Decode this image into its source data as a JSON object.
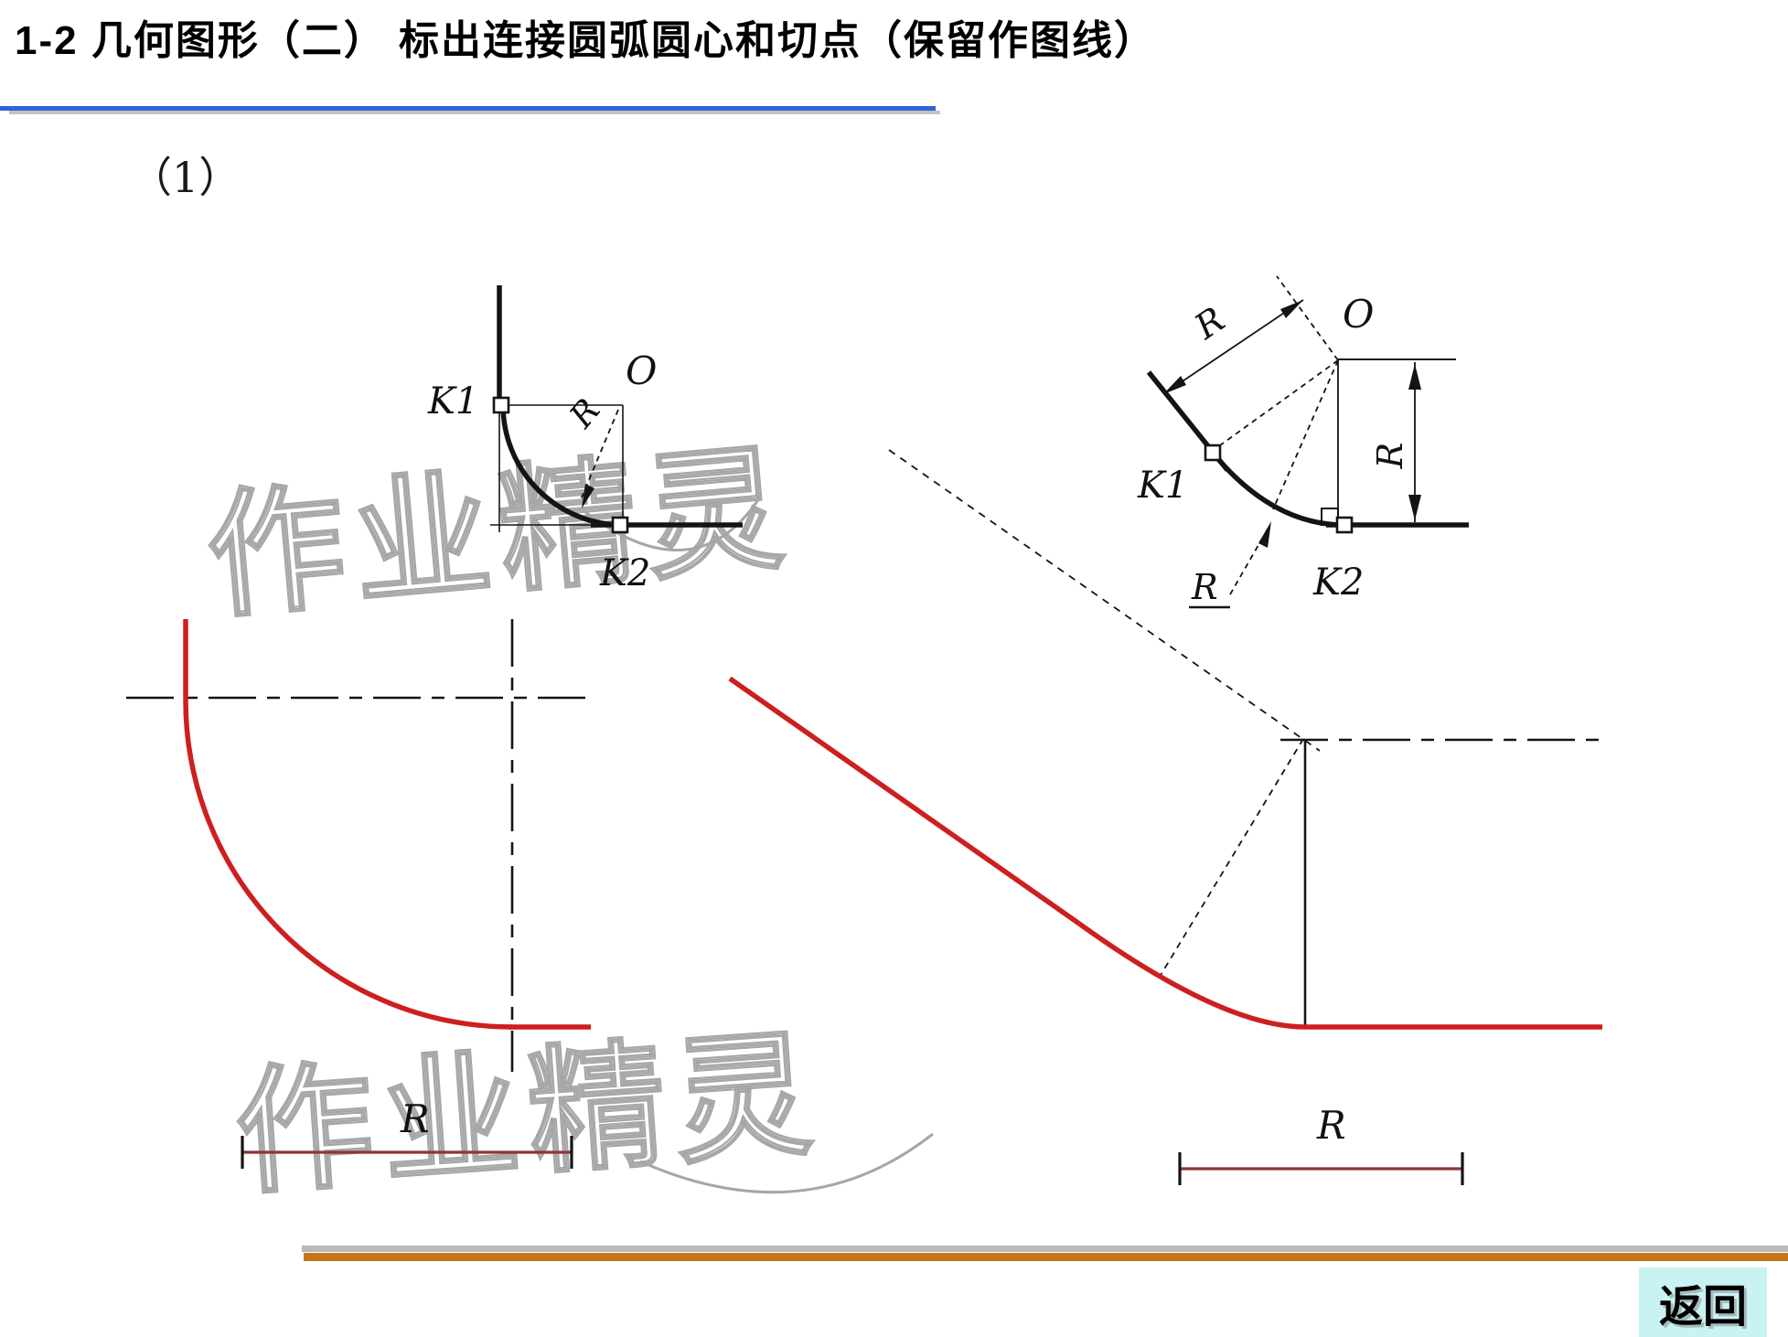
{
  "header": {
    "title": "1-2  几何图形（二）  标出连接圆弧圆心和切点（保留作图线）"
  },
  "figure": {
    "number": "（1）"
  },
  "watermark": {
    "text": "作业精灵"
  },
  "small_left": {
    "k1": "K1",
    "k2": "K2",
    "o": "O",
    "r": "R"
  },
  "small_right": {
    "k1": "K1",
    "k2": "K2",
    "o": "O",
    "r_offset": "R",
    "r_vertical": "R",
    "r_leader": "R"
  },
  "drawing_left": {
    "radius_label": "R"
  },
  "drawing_right": {
    "radius_label": "R"
  },
  "footer": {
    "back_button": "返回"
  },
  "colors": {
    "accent_rule": "#2e64d8",
    "footer_bar": "#c5761c",
    "result_line_red": "#cd1f1f",
    "dimension_line": "#8e3636",
    "button_bg": "#c9f2f3"
  }
}
